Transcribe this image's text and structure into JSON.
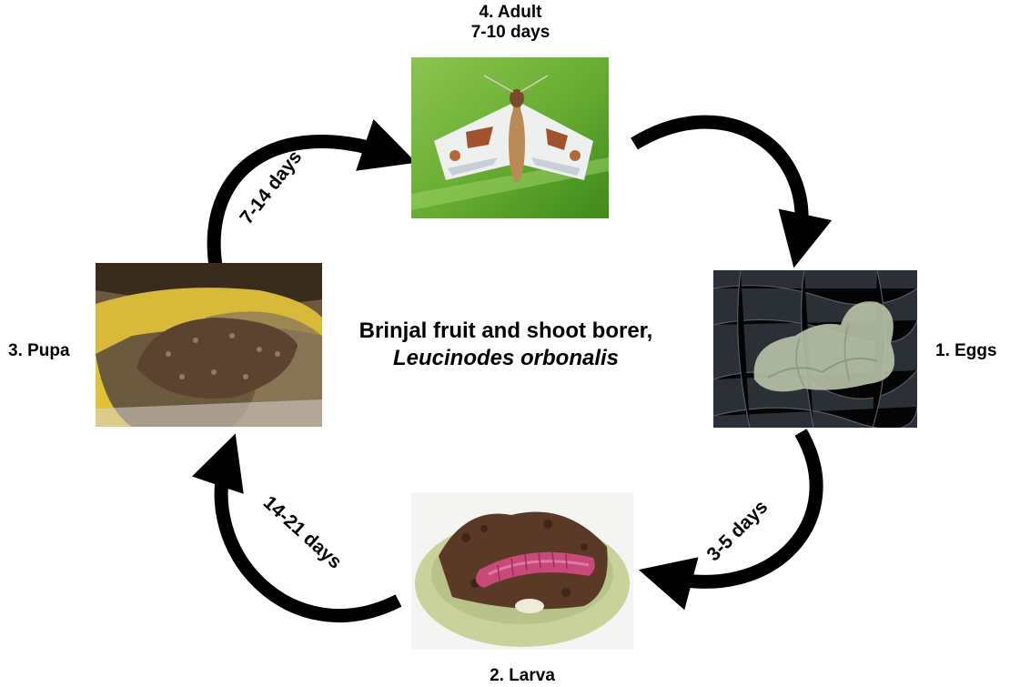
{
  "title": {
    "common_name": "Brinjal fruit and shoot borer,",
    "scientific_name": "Leucinodes orbonalis"
  },
  "stages": {
    "adult": {
      "label": "4. Adult",
      "duration": "7-10 days"
    },
    "eggs": {
      "label": "1. Eggs"
    },
    "larva": {
      "label": "2. Larva"
    },
    "pupa": {
      "label": "3. Pupa"
    }
  },
  "transitions": {
    "eggs_to_larva": "3-5 days",
    "larva_to_pupa": "14-21 days",
    "pupa_to_adult": "7-14 days"
  }
}
